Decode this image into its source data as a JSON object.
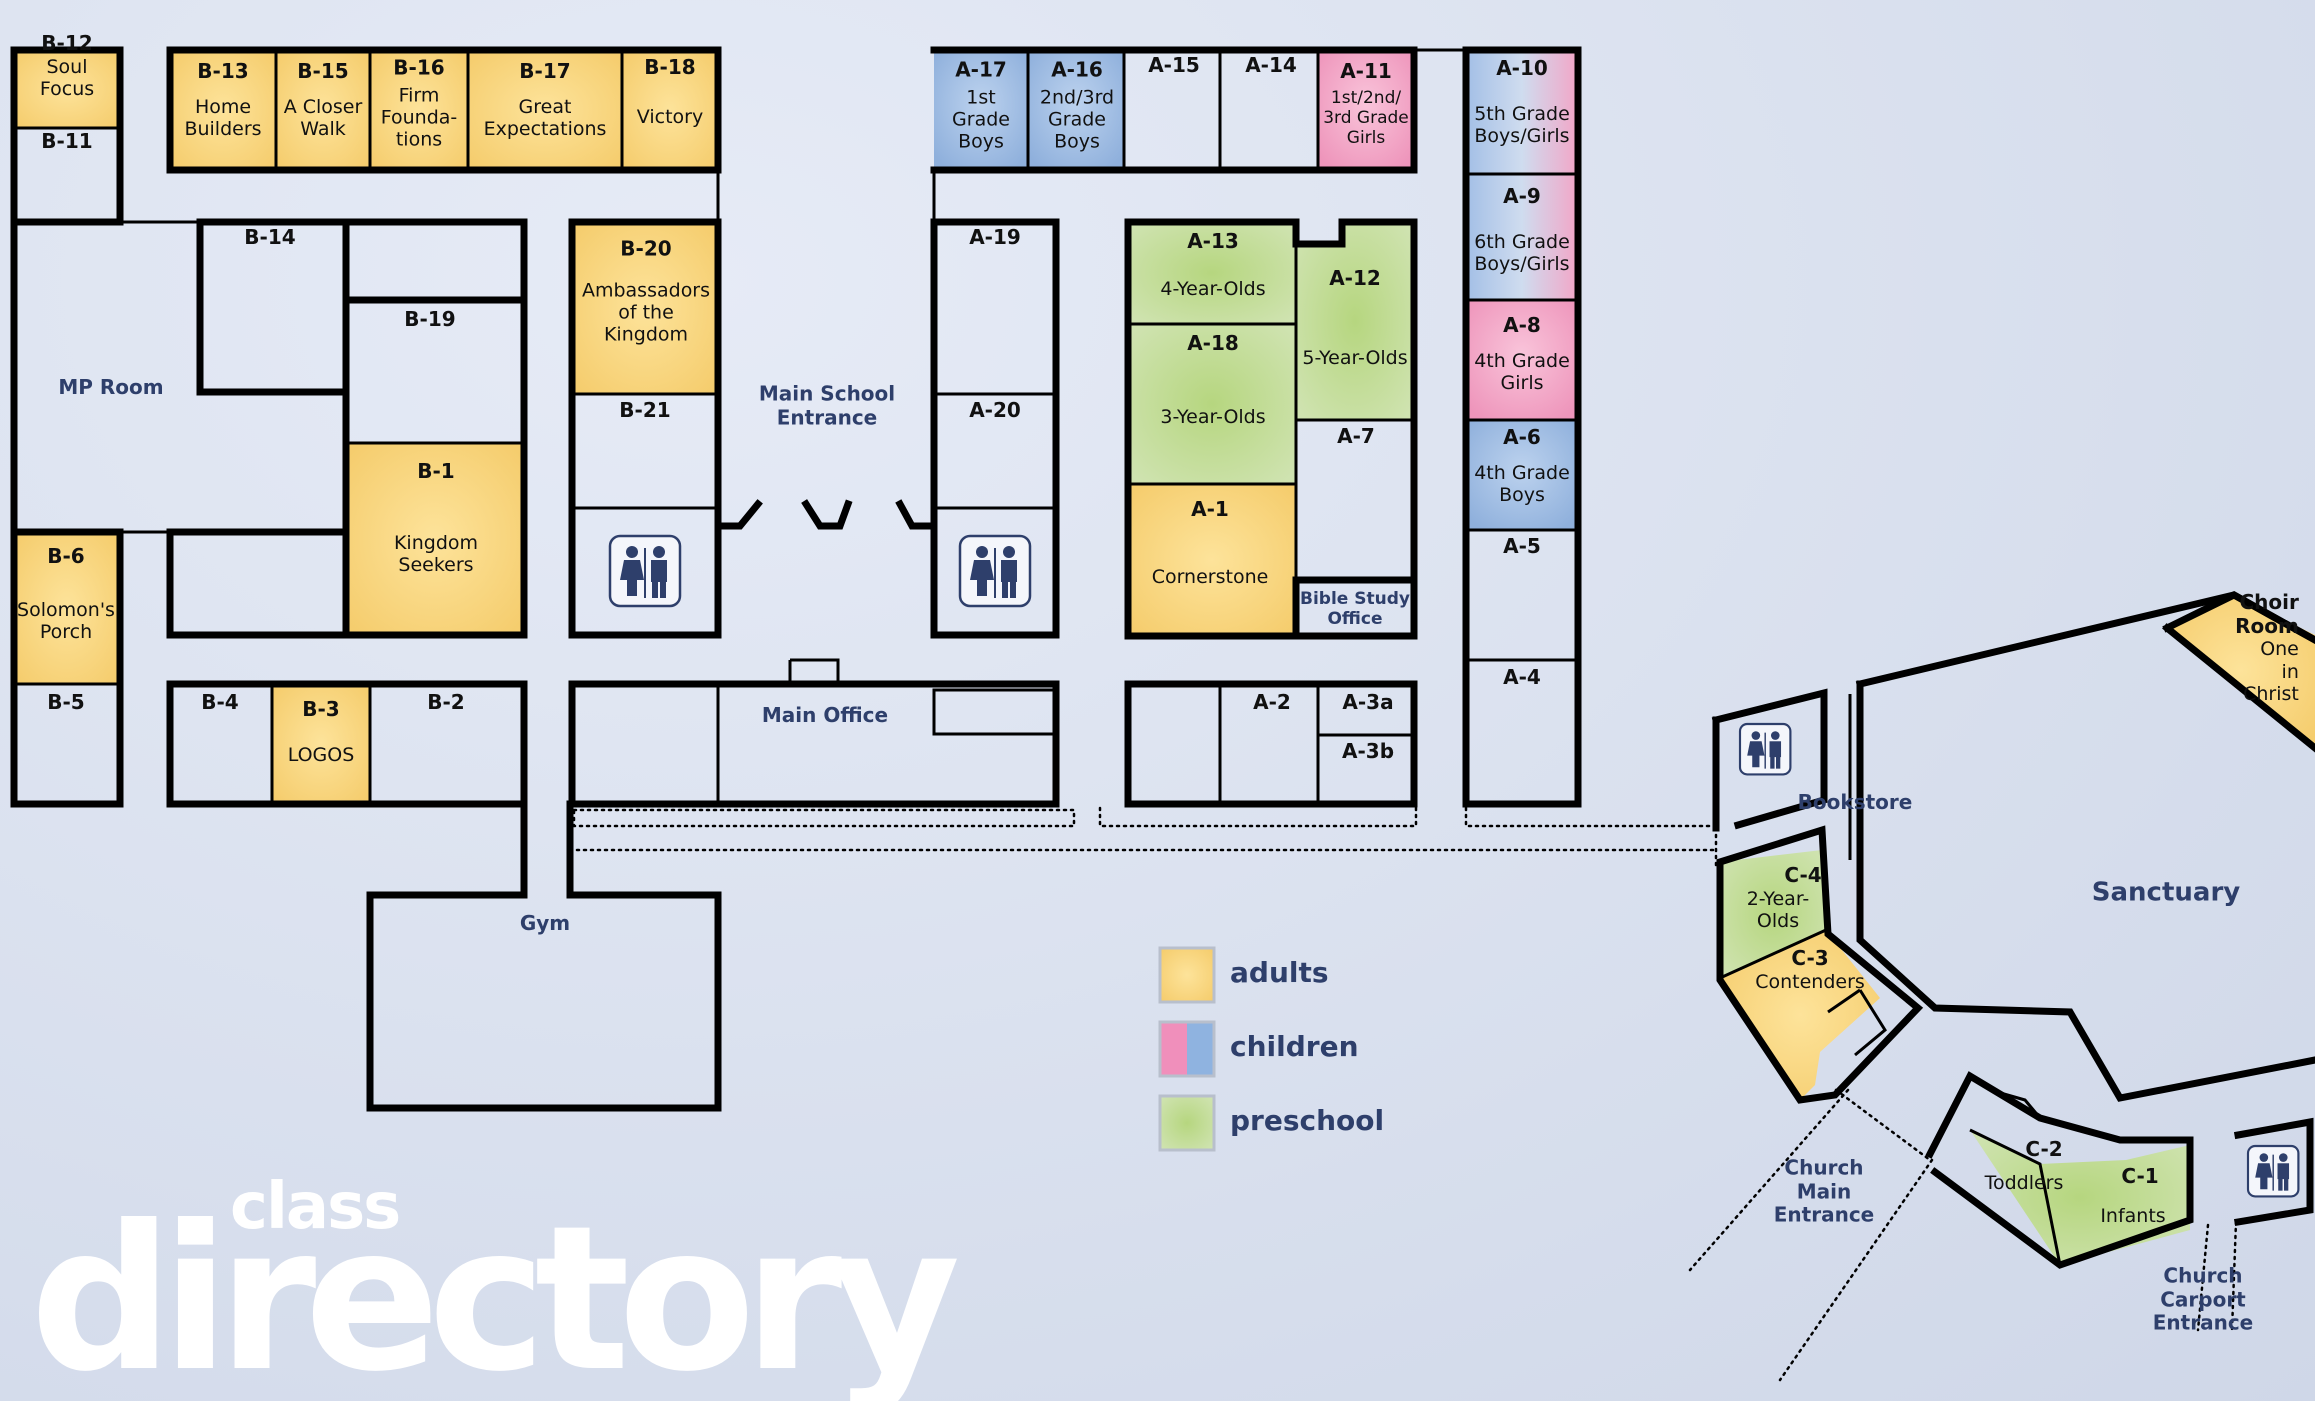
{
  "title": {
    "line1": "class",
    "line2": "directory"
  },
  "colors": {
    "adults": "#f7d37c",
    "children_pink": "#f3a9c8",
    "children_blue": "#a8c2e6",
    "preschool": "#c3dc9a",
    "wall": "#000000",
    "label": "#2e3f6b"
  },
  "legend": [
    {
      "key": "adults",
      "label": "adults"
    },
    {
      "key": "children",
      "label": "children"
    },
    {
      "key": "preschool",
      "label": "preschool"
    }
  ],
  "rooms": {
    "b12": {
      "code": "B-12",
      "name": "Soul\nFocus"
    },
    "b11": {
      "code": "B-11",
      "name": ""
    },
    "b13": {
      "code": "B-13",
      "name": "Home\nBuilders"
    },
    "b15": {
      "code": "B-15",
      "name": "A Closer\nWalk"
    },
    "b16": {
      "code": "B-16",
      "name": "Firm\nFounda-\ntions"
    },
    "b17": {
      "code": "B-17",
      "name": "Great\nExpectations"
    },
    "b18": {
      "code": "B-18",
      "name": "Victory"
    },
    "b14": {
      "code": "B-14",
      "name": ""
    },
    "b19": {
      "code": "B-19",
      "name": ""
    },
    "b20": {
      "code": "B-20",
      "name": "Ambassadors\nof the\nKingdom"
    },
    "b21": {
      "code": "B-21",
      "name": ""
    },
    "b1": {
      "code": "B-1",
      "name": "Kingdom\nSeekers"
    },
    "b6": {
      "code": "B-6",
      "name": "Solomon's\nPorch"
    },
    "b5": {
      "code": "B-5",
      "name": ""
    },
    "b4": {
      "code": "B-4",
      "name": ""
    },
    "b3": {
      "code": "B-3",
      "name": "LOGOS"
    },
    "b2": {
      "code": "B-2",
      "name": ""
    },
    "a17": {
      "code": "A-17",
      "name": "1st\nGrade\nBoys"
    },
    "a16": {
      "code": "A-16",
      "name": "2nd/3rd\nGrade\nBoys"
    },
    "a15": {
      "code": "A-15",
      "name": ""
    },
    "a14": {
      "code": "A-14",
      "name": ""
    },
    "a11": {
      "code": "A-11",
      "name": "1st/2nd/\n3rd Grade\nGirls"
    },
    "a10": {
      "code": "A-10",
      "name": "5th Grade\nBoys/Girls"
    },
    "a9": {
      "code": "A-9",
      "name": "6th Grade\nBoys/Girls"
    },
    "a8": {
      "code": "A-8",
      "name": "4th Grade\nGirls"
    },
    "a6": {
      "code": "A-6",
      "name": "4th Grade\nBoys"
    },
    "a5": {
      "code": "A-5",
      "name": ""
    },
    "a4": {
      "code": "A-4",
      "name": ""
    },
    "a19": {
      "code": "A-19",
      "name": ""
    },
    "a20": {
      "code": "A-20",
      "name": ""
    },
    "a13": {
      "code": "A-13",
      "name": "4-Year-Olds"
    },
    "a12": {
      "code": "A-12",
      "name": "5-Year-Olds"
    },
    "a18": {
      "code": "A-18",
      "name": "3-Year-Olds"
    },
    "a7": {
      "code": "A-7",
      "name": ""
    },
    "a1": {
      "code": "A-1",
      "name": "Cornerstone"
    },
    "a2": {
      "code": "A-2",
      "name": ""
    },
    "a3a": {
      "code": "A-3a",
      "name": ""
    },
    "a3b": {
      "code": "A-3b",
      "name": ""
    },
    "c4": {
      "code": "C-4",
      "name": "2-Year-\nOlds"
    },
    "c3": {
      "code": "C-3",
      "name": "Contenders"
    },
    "c2": {
      "code": "C-2",
      "name": "Toddlers"
    },
    "c1": {
      "code": "C-1",
      "name": "Infants"
    },
    "choir": {
      "code": "Choir\nRoom",
      "name": "One in\nChrist"
    }
  },
  "areas": {
    "mp_room": "MP Room",
    "main_school_entrance": "Main School\nEntrance",
    "main_office": "Main Office",
    "gym": "Gym",
    "bible_study_office": "Bible Study\nOffice",
    "bookstore": "Bookstore",
    "sanctuary": "Sanctuary",
    "church_main_entrance": "Church\nMain\nEntrance",
    "church_carport_entrance": "Church\nCarport\nEntrance"
  },
  "icons": {
    "restroom": "restroom-icon"
  }
}
